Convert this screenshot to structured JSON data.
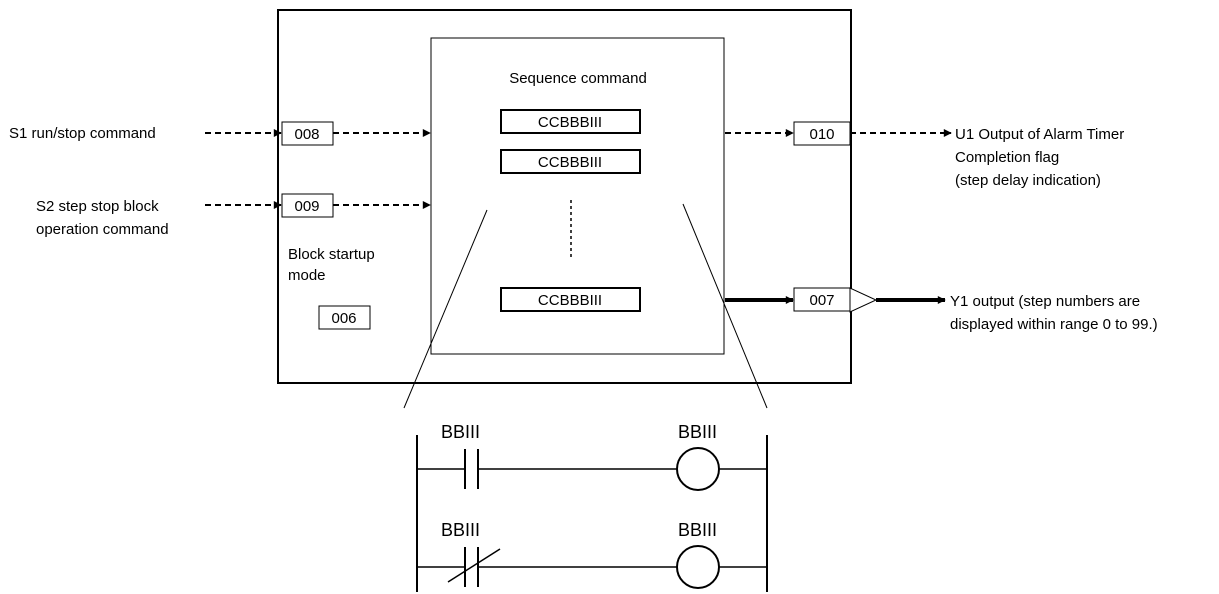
{
  "inputs": {
    "s1": {
      "label": "S1 run/stop command",
      "terminal": "008"
    },
    "s2": {
      "label_lines": [
        "S2 step stop block",
        "operation command"
      ],
      "terminal": "009"
    }
  },
  "startup": {
    "label_lines": [
      "Block startup",
      "mode"
    ],
    "terminal": "006"
  },
  "sequence": {
    "title": "Sequence command",
    "commands": [
      "CCBBBIII",
      "CCBBBIII",
      "CCBBBIII"
    ]
  },
  "outputs": {
    "u1": {
      "terminal": "010",
      "label_lines": [
        "U1 Output of Alarm Timer",
        "Completion flag",
        "(step delay indication)"
      ]
    },
    "y1": {
      "terminal": "007",
      "label_lines": [
        "Y1 output (step numbers are",
        "displayed within range 0 to 99.)"
      ]
    }
  },
  "ladder": {
    "rungs": [
      {
        "contact_type": "normally-open",
        "contact_label": "BBIII",
        "coil_label": "BBIII"
      },
      {
        "contact_type": "normally-closed",
        "contact_label": "BBIII",
        "coil_label": "BBIII"
      }
    ]
  }
}
